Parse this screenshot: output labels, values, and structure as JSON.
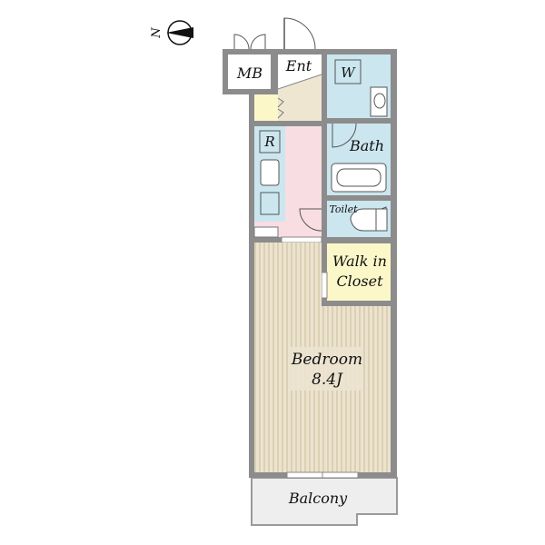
{
  "compass": {
    "label": "N"
  },
  "rooms": {
    "mb": "MB",
    "ent": "Ent",
    "w": "W",
    "bath": "Bath",
    "r": "R",
    "toilet": "Toilet",
    "walkin": {
      "line1": "Walk in",
      "line2": "Closet"
    },
    "bedroom": {
      "name": "Bedroom",
      "size": "8.4J"
    },
    "balcony": "Balcony"
  },
  "colors": {
    "wall": "#8c8c8c",
    "bedroom_floor": "#ece3cf",
    "bedroom_stripe": "#d6c7a6",
    "entrance": "#efe6d2",
    "storage": "#fbf7c8",
    "bath": "#cbe6ee",
    "kitchen": "#f8dde3",
    "walkin": "#fbf7c8",
    "balcony": "#eeeeee"
  }
}
